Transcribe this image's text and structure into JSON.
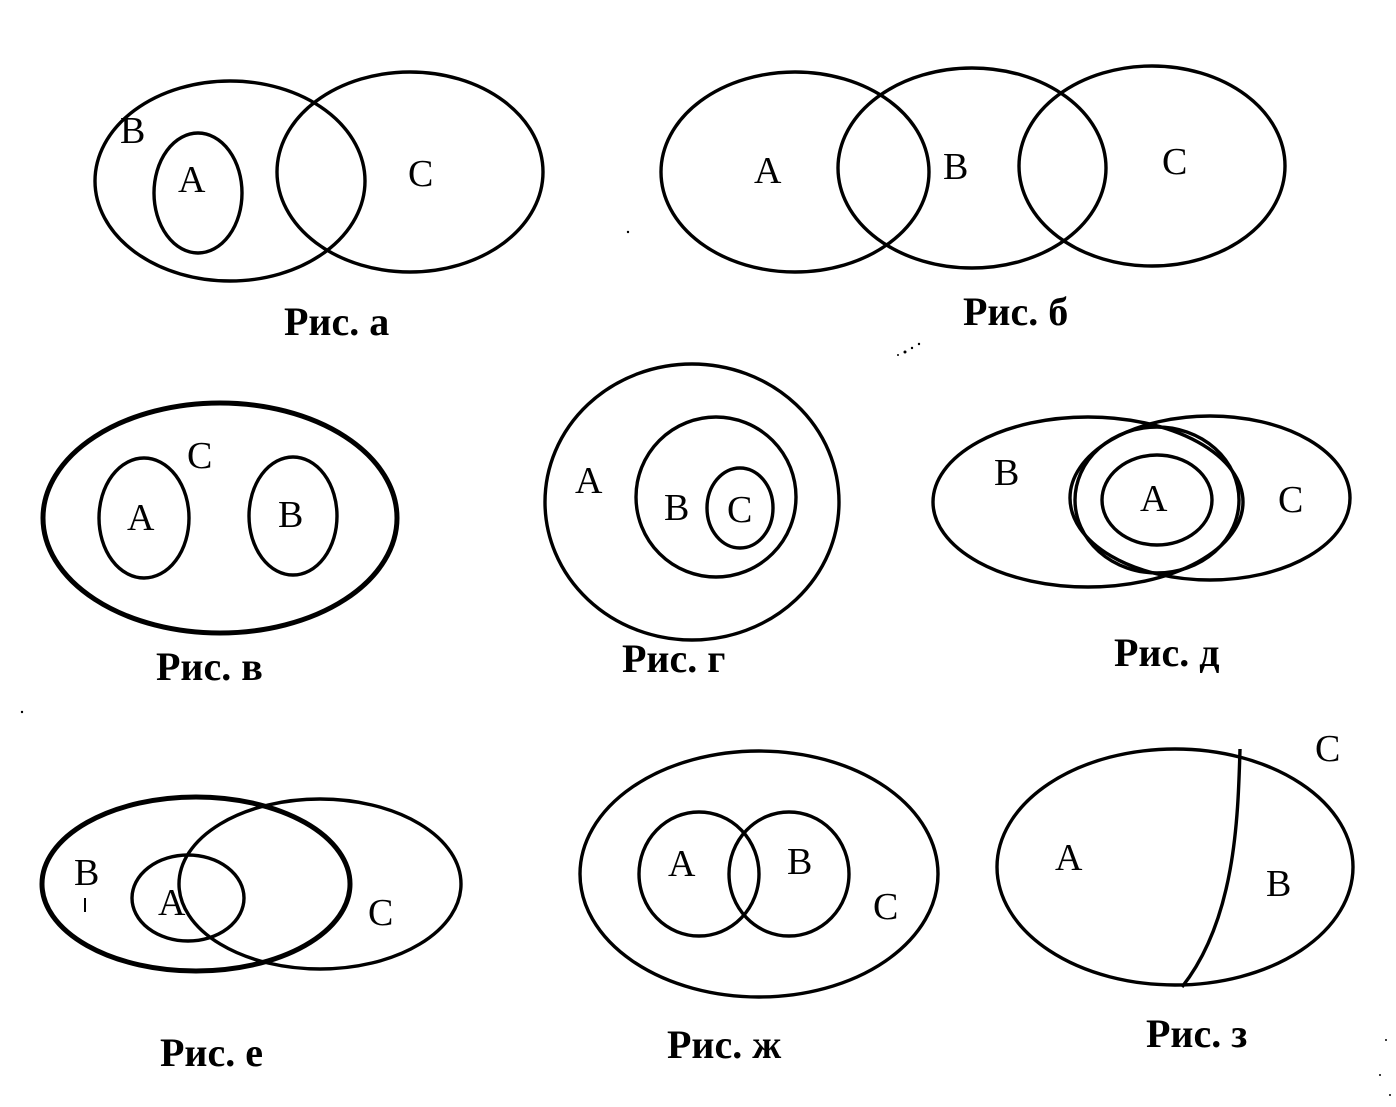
{
  "figures": {
    "a": {
      "caption": "Рис. а",
      "labels": {
        "B": "B",
        "A": "A",
        "C": "C"
      }
    },
    "b": {
      "caption": "Рис. б",
      "labels": {
        "A": "A",
        "B": "B",
        "C": "C"
      }
    },
    "v": {
      "caption": "Рис. в",
      "labels": {
        "C": "C",
        "A": "A",
        "B": "B"
      }
    },
    "g": {
      "caption": "Рис. г",
      "labels": {
        "A": "A",
        "B": "B",
        "C": "C"
      }
    },
    "d": {
      "caption": "Рис. д",
      "labels": {
        "B": "B",
        "A": "A",
        "C": "C"
      }
    },
    "e": {
      "caption": "Рис. е",
      "labels": {
        "B": "B",
        "A": "A",
        "C": "C"
      }
    },
    "zh": {
      "caption": "Рис. ж",
      "labels": {
        "A": "A",
        "B": "B",
        "C": "C"
      }
    },
    "z": {
      "caption": "Рис. з",
      "labels": {
        "C": "C",
        "A": "A",
        "B": "B"
      }
    }
  },
  "colors": {
    "ink": "#000000",
    "paper": "#ffffff"
  }
}
